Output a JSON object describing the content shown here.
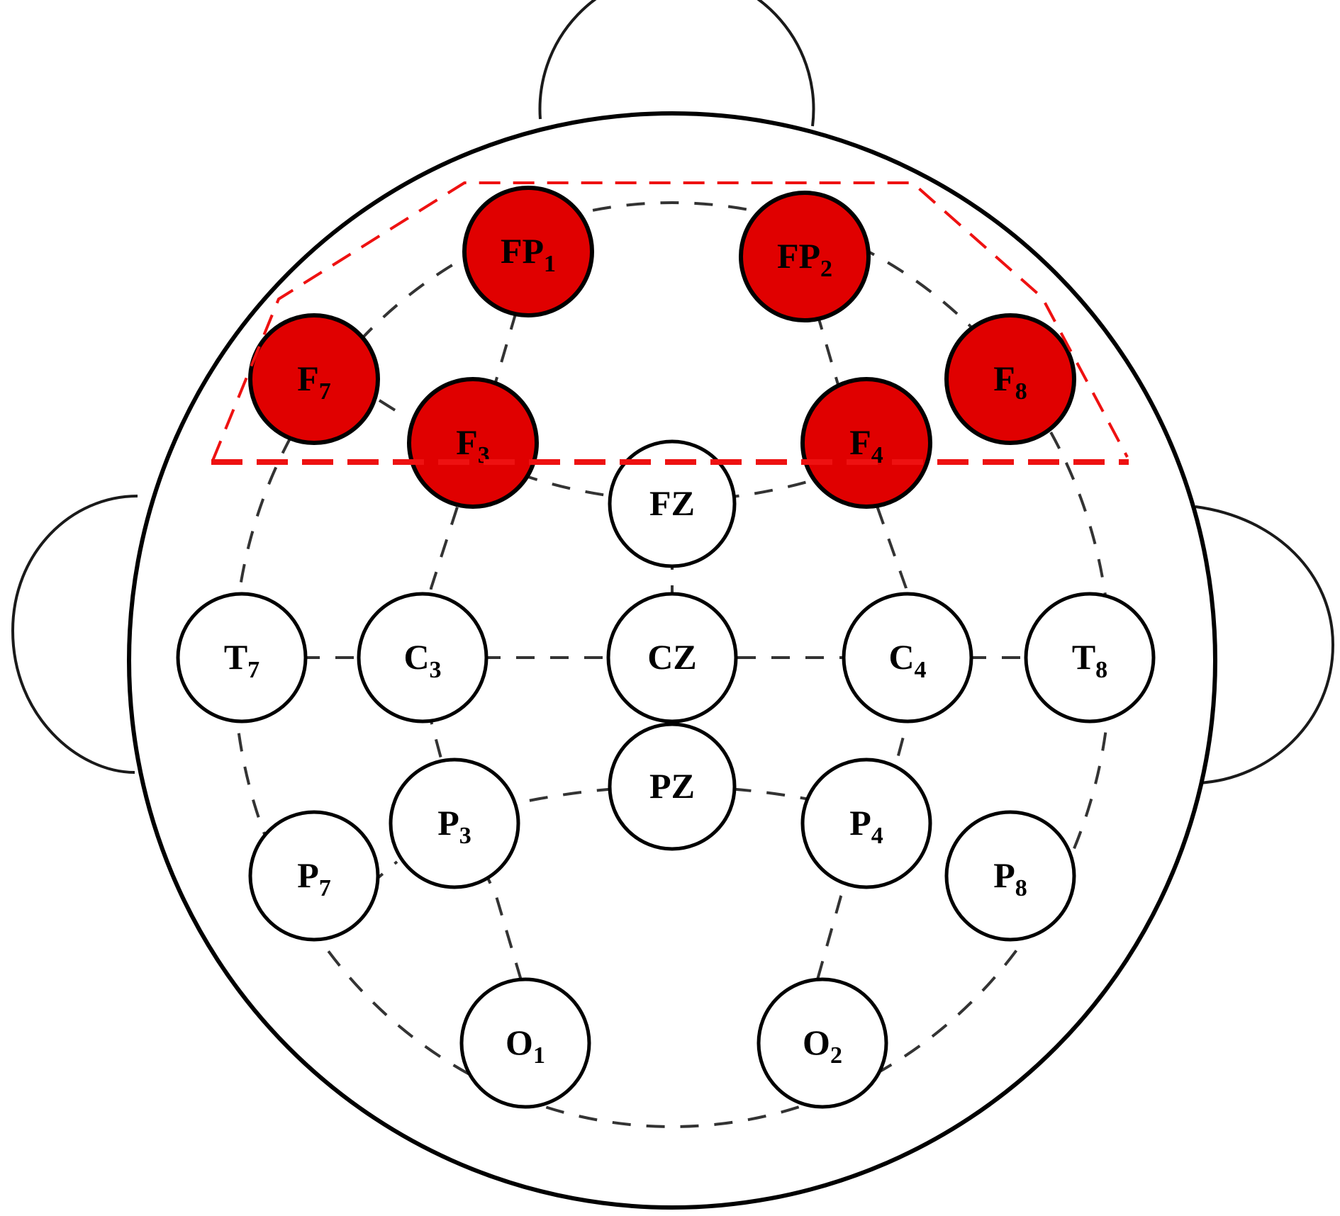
{
  "colors": {
    "highlight": "#e00000",
    "normal_fill": "#ffffff",
    "region": "#ee1111"
  },
  "electrodes": [
    {
      "id": "FP1",
      "letters": "FP",
      "sub": "1",
      "highlight": true
    },
    {
      "id": "FP2",
      "letters": "FP",
      "sub": "2",
      "highlight": true
    },
    {
      "id": "F7",
      "letters": "F",
      "sub": "7",
      "highlight": true
    },
    {
      "id": "F3",
      "letters": "F",
      "sub": "3",
      "highlight": true
    },
    {
      "id": "F4",
      "letters": "F",
      "sub": "4",
      "highlight": true
    },
    {
      "id": "F8",
      "letters": "F",
      "sub": "8",
      "highlight": true
    },
    {
      "id": "FZ",
      "letters": "FZ",
      "sub": "",
      "highlight": false
    },
    {
      "id": "T7",
      "letters": "T",
      "sub": "7",
      "highlight": false
    },
    {
      "id": "C3",
      "letters": "C",
      "sub": "3",
      "highlight": false
    },
    {
      "id": "CZ",
      "letters": "CZ",
      "sub": "",
      "highlight": false
    },
    {
      "id": "C4",
      "letters": "C",
      "sub": "4",
      "highlight": false
    },
    {
      "id": "T8",
      "letters": "T",
      "sub": "8",
      "highlight": false
    },
    {
      "id": "PZ",
      "letters": "PZ",
      "sub": "",
      "highlight": false
    },
    {
      "id": "P3",
      "letters": "P",
      "sub": "3",
      "highlight": false
    },
    {
      "id": "P4",
      "letters": "P",
      "sub": "4",
      "highlight": false
    },
    {
      "id": "P7",
      "letters": "P",
      "sub": "7",
      "highlight": false
    },
    {
      "id": "P8",
      "letters": "P",
      "sub": "8",
      "highlight": false
    },
    {
      "id": "O1",
      "letters": "O",
      "sub": "1",
      "highlight": false
    },
    {
      "id": "O2",
      "letters": "O",
      "sub": "2",
      "highlight": false
    }
  ]
}
